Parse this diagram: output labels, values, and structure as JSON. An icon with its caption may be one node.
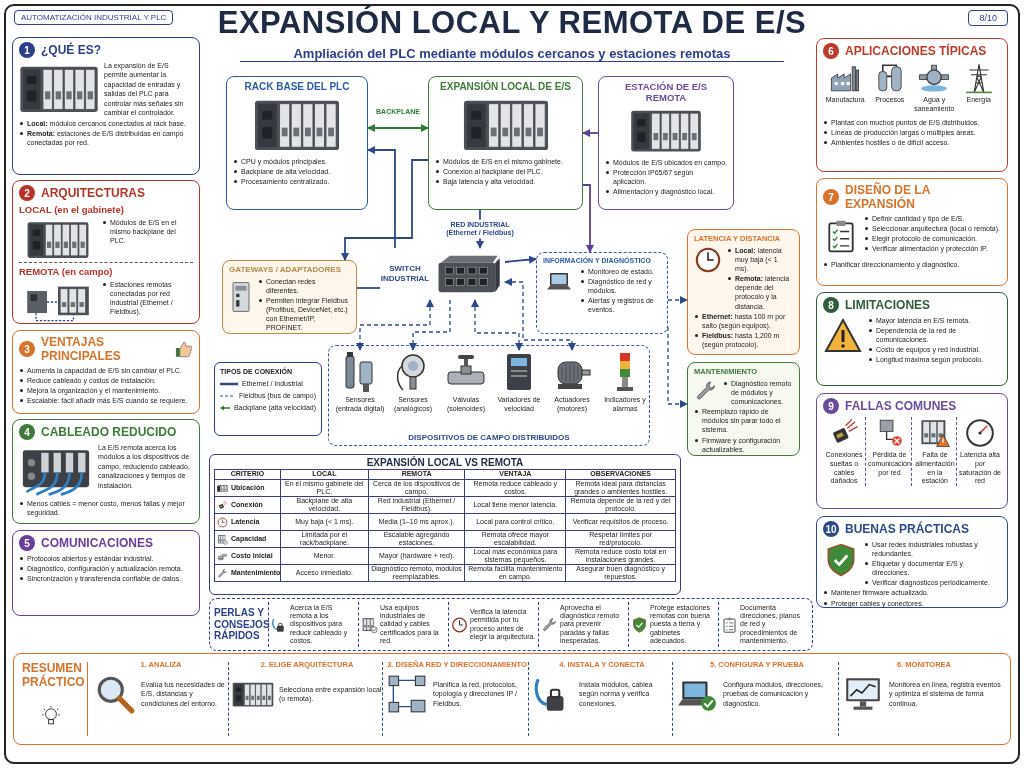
{
  "diagram": {
    "title": "EXPANSIÓN LOCAL Y REMOTA DE E/S",
    "nodes": [
      {
        "text": [
          "1",
          "¿QUÉ ES?",
          "La expansión de E/S permite aumentar la capacidad de entradas y salidas del PLC para controlar más señales sin cambiar el controlador.",
          "**Local:** módulos cercanos conectados al rack base.",
          "**Remota:** estaciones de E/S distribuidas en campo conectadas por red."
        ]
      },
      {
        "text": [
          "2",
          "ARQUITECTURAS",
          "LOCAL (en el gabinete)",
          "Módulos de E/S en el mismo backplane del PLC.",
          "REMOTA (en campo)",
          "Estaciones remotas conectadas por red industrial (Ethernet / Fieldbus)."
        ]
      },
      {
        "text": [
          "3",
          "VENTAJAS PRINCIPALES",
          "Aumenta la capacidad de E/S sin cambiar el PLC.",
          "Reduce cableado y costos de instalación.",
          "Mejora la organización y el mantenimiento.",
          "Escalable: fácil añadir más E/S cuando se requiere."
        ]
      },
      {
        "text": [
          "4",
          "CABLEADO REDUCIDO",
          "La E/S remota acerca los módulos a los dispositivos de campo, reduciendo cableado, canalizaciones y tiempos de instalación.",
          "Menos cables = menor costo, menos fallas y mejor seguridad."
        ]
      },
      {
        "text": [
          "5",
          "COMUNICACIONES",
          "Protocolos abiertos y estándar industrial.",
          "Diagnóstico, configuración y actualización remota.",
          "Sincronización y transferencia confiable de datos."
        ]
      },
      {
        "text": [
          "RACK BASE DEL PLC",
          "CPU y módulos principales.",
          "Backplane de alta velocidad.",
          "Procesamiento centralizado."
        ]
      },
      {
        "text": [
          "EXPANSIÓN LOCAL DE E/S",
          "Módulos de E/S en el mismo gabinete.",
          "Conexión al backplane del PLC.",
          "Baja latencia y alta velocidad."
        ]
      },
      {
        "text": [
          "ESTACIÓN DE E/S REMOTA",
          "Módulos de E/S ubicados en campo.",
          "Protección IP65/67 según aplicación.",
          "Alimentación y diagnóstico local."
        ]
      },
      {
        "text": [
          "GATEWAYS / ADAPTADORES",
          "Conectan redes diferentes.",
          "Permiten integrar Fieldbus (Profibus, DeviceNet, etc.) con Ethernet/IP, PROFINET."
        ]
      },
      {
        "text": [
          "SWITCH INDUSTRIAL"
        ]
      },
      {
        "text": [
          "INFORMACIÓN Y DIAGNÓSTICO",
          "Monitoreo de estado.",
          "Diagnóstico de red y módulos.",
          "Alertas y registros de eventos."
        ]
      },
      {
        "text": [
          "LATENCIA Y DISTANCIA",
          "**Local:** latencia muy baja (< 1 ms).",
          "**Remota:** latencia depende del protocolo y la distancia.",
          "**Ethernet:** hasta 100 m por salto (según equipos).",
          "**Fieldbus:** hasta 1,200 m (según protocolo)."
        ]
      },
      {
        "text": [
          "DISPOSITIVOS DE CAMPO DISTRIBUIDOS"
        ]
      },
      {
        "text": [
          "Sensores (entrada digital)"
        ],
        "in": 12
      },
      {
        "text": [
          "Sensores (analógicos)"
        ],
        "in": 12
      },
      {
        "text": [
          "Válvulas (solenoides)"
        ],
        "in": 12
      },
      {
        "text": [
          "Variadores de velocidad"
        ],
        "in": 12
      },
      {
        "text": [
          "Actuadores (motores)"
        ],
        "in": 12
      },
      {
        "text": [
          "Indicadores y alarmas"
        ],
        "in": 12
      },
      {
        "text": [
          "MANTENIMIENTO",
          "Diagnóstico remoto de módulos y comunicaciones.",
          "Reemplazo rápido de módulos sin parar todo el sistema.",
          "Firmware y configuración actualizables."
        ]
      },
      {
        "text": [
          "6",
          "APLICACIONES TÍPICAS",
          "Manufactura",
          "Procesos",
          "Agua y saneamiento",
          "Energía",
          "Plantas con muchos puntos de E/S distribuidos.",
          "Líneas de producción largas o múltiples áreas.",
          "Ambientes hostiles o de difícil acceso."
        ]
      },
      {
        "text": [
          "7",
          "DISEÑO DE LA EXPANSIÓN",
          "Definir cantidad y tipo de E/S.",
          "Seleccionar arquitectura (local o remota).",
          "Elegir protocolo de comunicación.",
          "Verificar alimentación y protección IP.",
          "Planificar direccionamiento y diagnóstico."
        ]
      },
      {
        "text": [
          "8",
          "LIMITACIONES",
          "Mayor latencia en E/S remota.",
          "Dependencia de la red de comunicaciones.",
          "Costo de equipos y red industrial.",
          "Longitud máxima según protocolo."
        ]
      },
      {
        "text": [
          "9",
          "FALLAS COMUNES",
          "Conexiones sueltas o cables dañados",
          "Pérdida de comunicación por red",
          "Falta de alimentación en la estación",
          "Latencia alta por saturación de red"
        ]
      },
      {
        "text": [
          "10",
          "BUENAS PRÁCTICAS",
          "Usar redes industriales robustas y redundantes.",
          "Etiquetar y documentar E/S y direcciones.",
          "Verificar diagnósticos periódicamente.",
          "Mantener firmware actualizado.",
          "Proteger cables y conectores."
        ]
      },
      {
        "text": [
          "PERLAS Y CONSEJOS RÁPIDOS",
          "Acerca la E/S remota a los dispositivos para reducir cableado y costos.",
          "Usa equipos industriales de calidad y cables certificados para la red.",
          "Verifica la latencia permitida por tu proceso antes de elegir la arquitectura.",
          "Aprovecha el diagnóstico remoto para prevenir paradas y fallas inesperadas.",
          "Protege estaciones remotas con buena puesta a tierra y gabinetes adecuados.",
          "Documenta direcciones, planos de red y procedimientos de mantenimiento."
        ]
      },
      {
        "text": [
          "RESUMEN PRÁCTICO"
        ]
      },
      {
        "text": [
          "1. ANALIZA",
          "Evalúa tus necesidades de E/S, distancias y condiciones del entorno."
        ],
        "in": 26
      },
      {
        "text": [
          "2. ELIGE ARQUITECTURA",
          "Selecciona entre expansión local (o remota)."
        ],
        "in": 26
      },
      {
        "text": [
          "3. DISEÑA RED Y DIRECCIONAMIENTO",
          "Planifica la red, protocolos, topología y direcciones IP / Fieldbus."
        ],
        "in": 26
      },
      {
        "text": [
          "4. INSTALA Y CONECTA",
          "Instala módulos, cablea según norma y verifica conexiones."
        ],
        "in": 26
      },
      {
        "text": [
          "5. CONFIGURA Y PRUEBA",
          "Configura módulos, direcciones, pruebas de comunicación y diagnóstico."
        ],
        "in": 26
      },
      {
        "text": [
          "6. MONITOREA",
          "Monitorea en línea, registra eventos y optimiza el sistema de forma continua."
        ],
        "in": 26
      }
    ],
    "edges": [
      {
        "from": 5,
        "to": 6,
        "arrow": "both",
        "label": "BACKPLANE",
        "color": "#2e7d32"
      },
      {
        "from": 7,
        "to": 6,
        "arrow": "to",
        "color": "#5b3f99"
      },
      {
        "from": 9,
        "to": 5,
        "arrow": "to"
      },
      {
        "from": 6,
        "to": 8,
        "arrow": "to"
      },
      {
        "from": 6,
        "to": 9,
        "arrow": "to",
        "label": "RED INDUSTRIAL (Ethernet / Fieldbus)"
      },
      {
        "from": 6,
        "to": 10,
        "arrow": "to",
        "color": "#5b3f99"
      },
      {
        "from": 9,
        "to": 10,
        "arrow": "to"
      },
      {
        "from": 9,
        "to": 8,
        "arrow": "none"
      },
      {
        "from": 9,
        "to": 13,
        "arrow": "both",
        "style": "dashed"
      },
      {
        "from": 9,
        "to": 14,
        "arrow": "to",
        "style": "dashed"
      },
      {
        "from": 9,
        "to": 16,
        "arrow": "both",
        "style": "dashed"
      },
      {
        "from": 9,
        "to": 17,
        "arrow": "both",
        "style": "dashed"
      },
      {
        "from": 10,
        "to": 11,
        "arrow": "to",
        "style": "dashed"
      },
      {
        "from": 10,
        "to": 19,
        "arrow": "to",
        "style": "dashed"
      }
    ],
    "labels": [
      "AUTOMATIZACIÓN INDUSTRIAL Y PLC",
      "8/10",
      "Ampliación del PLC mediante módulos cercanos y estaciones remotas",
      "TIPOS DE CONEXIÓN",
      "EXPANSIÓN LOCAL VS REMOTA",
      "CRITERIO",
      "LOCAL",
      "REMOTA",
      "VENTAJA",
      "OBSERVACIONES",
      "Ubicación",
      "En el mismo gabinete del PLC.",
      "Cerca de los dispositivos de campo.",
      "Remota reduce cableado y costos.",
      "Remota ideal para distancias grandes o ambientes hostiles.",
      "Conexión",
      "Backplane de alta velocidad.",
      "Red industrial (Ethernet / Fieldbus).",
      "Local tiene menor latencia.",
      "Remota depende de la red y del protocolo.",
      "Latencia",
      "Muy baja (< 1 ms).",
      "Media (1–10 ms aprox.).",
      "Local para control crítico.",
      "Verificar requisitos de proceso.",
      "Capacidad",
      "Limitada por el rack/backplane.",
      "Escalable agregando estaciones.",
      "Remota ofrece mayor escalabilidad.",
      "Respetar límites por red/protocolo.",
      "Costo inicial",
      "Menor.",
      "Mayor (hardware + red).",
      "Local más económica para sistemas pequeños.",
      "Remota reduce costo total en instalaciones grandes.",
      "Mantenimiento",
      "Acceso inmediato.",
      "Diagnóstico remoto, módulos reemplazables.",
      "Remota facilita mantenimiento en campo.",
      "Asegurar buen diagnóstico y repuestos."
    ],
    "legend": [
      {
        "text": "Ethernet / Industrial"
      },
      {
        "text": "Fieldbus (bus de campo)"
      },
      {
        "text": "Backplane (alta velocidad)"
      }
    ]
  }
}
